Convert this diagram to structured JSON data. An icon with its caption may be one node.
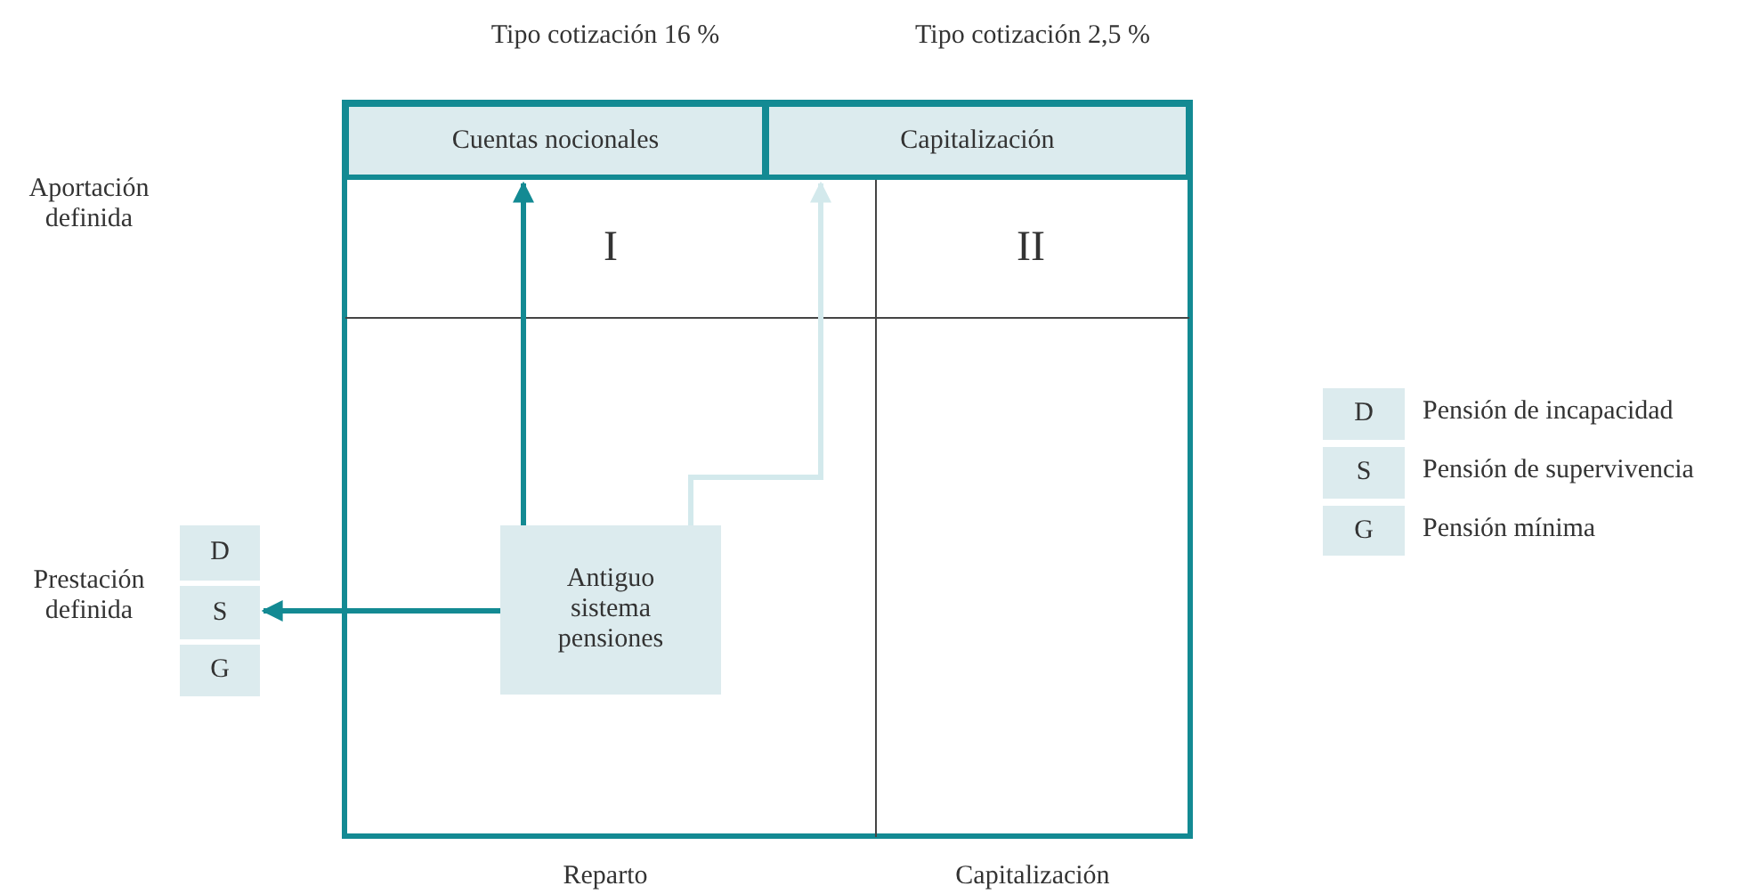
{
  "diagram": {
    "nodes": [
      {
        "text": [
          "Cuentas nocionales"
        ]
      },
      {
        "text": [
          "Capitalización"
        ]
      },
      {
        "text": [
          "Antiguo sistema pensiones"
        ]
      },
      {
        "text": [
          "D"
        ]
      },
      {
        "text": [
          "S"
        ]
      },
      {
        "text": [
          "G"
        ]
      },
      {
        "text": [
          "D"
        ],
        "beside": [
          "Pensión de incapacidad"
        ]
      },
      {
        "text": [
          "S"
        ],
        "beside": [
          "Pensión de supervivencia"
        ]
      },
      {
        "text": [
          "G"
        ],
        "beside": [
          "Pensión mínima"
        ]
      }
    ],
    "edges": [
      {
        "from": 2,
        "to": 0,
        "arrow": "to"
      },
      {
        "from": 2,
        "to": 1,
        "arrow": "to",
        "color": "#d3e9ec"
      },
      {
        "from": 2,
        "to": 4,
        "arrow": "to"
      }
    ],
    "labels": [
      "Tipo cotización 16 %",
      "Tipo cotización 2,5 %",
      "Aportación definida",
      "I",
      "II",
      "Prestación definida",
      "Reparto",
      "Capitalización"
    ]
  }
}
